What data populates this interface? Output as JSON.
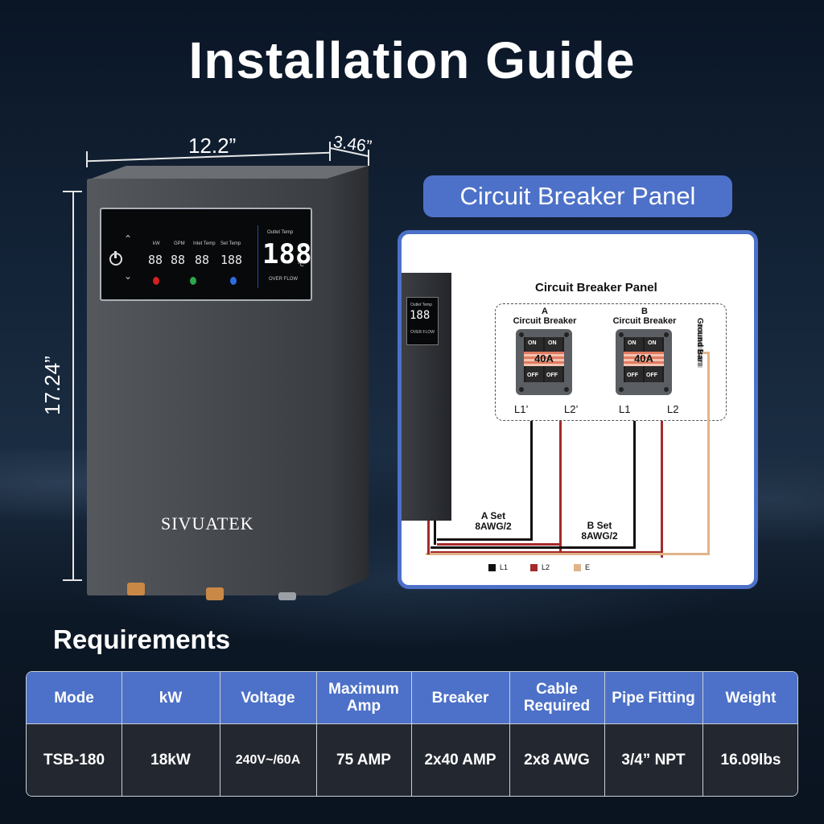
{
  "title": "Installation Guide",
  "dimensions": {
    "width": "12.2”",
    "depth": "3.46”",
    "height": "17.24”"
  },
  "heater": {
    "brand": "SIVUATEK",
    "panel_labels": {
      "kw": "kW",
      "gpm": "GPM",
      "inlet_temp": "Inlet Temp",
      "set_temp": "Set Temp",
      "outlet_temp": "Outlet Temp",
      "over_flow": "OVER FLOW"
    },
    "panel_digits": {
      "kw": "88",
      "gpm": "88",
      "inlet": "88",
      "set": "188",
      "outlet": "188"
    },
    "units": {
      "f": "°F",
      "c": "°C"
    }
  },
  "circuit": {
    "pill_title": "Circuit Breaker Panel",
    "inner_title": "Circuit Breaker Panel",
    "mini_panel": {
      "outlet_temp": "Outlet Temp",
      "digits": "188",
      "over_flow": "OVER FLOW"
    },
    "breaker_a": {
      "label_top": "A",
      "label_bottom": "Circuit Breaker",
      "amp": "40A",
      "on": "ON",
      "off": "OFF",
      "lead_left": "L1’",
      "lead_right": "L2’"
    },
    "breaker_b": {
      "label_top": "B",
      "label_bottom": "Circuit Breaker",
      "amp": "40A",
      "on": "ON",
      "off": "OFF",
      "lead_left": "L1",
      "lead_right": "L2"
    },
    "ground_bar": "Ground Bar",
    "set_a": {
      "line1": "A Set",
      "line2": "8AWG/2"
    },
    "set_b": {
      "line1": "B Set",
      "line2": "8AWG/2"
    },
    "legend": [
      {
        "label": "L1",
        "color": "#111111"
      },
      {
        "label": "L2",
        "color": "#a52a2a"
      },
      {
        "label": "E",
        "color": "#e0b48a"
      }
    ]
  },
  "requirements": {
    "title": "Requirements",
    "headers": [
      "Mode",
      "kW",
      "Voltage",
      "Maximum Amp",
      "Breaker",
      "Cable Required",
      "Pipe Fitting",
      "Weight"
    ],
    "values": [
      "TSB-180",
      "18kW",
      "240V~/60A",
      "75 AMP",
      "2x40 AMP",
      "2x8 AWG",
      "3/4” NPT",
      "16.09lbs"
    ]
  },
  "colors": {
    "accent": "#4d71c8",
    "wire_l1": "#111111",
    "wire_l2": "#a52a2a",
    "wire_e": "#e0b48a"
  }
}
